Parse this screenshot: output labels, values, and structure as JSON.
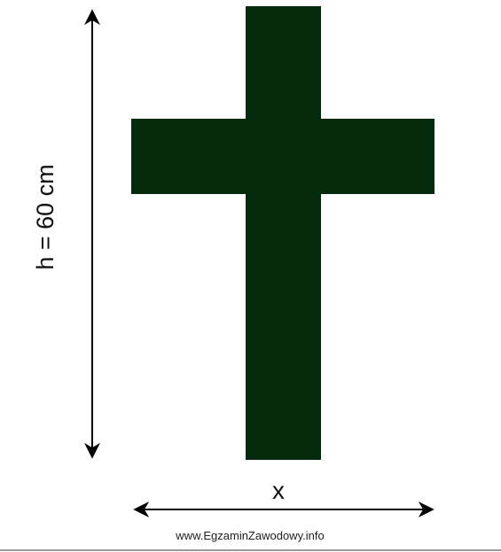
{
  "figure": {
    "shape": "cross",
    "fill_color": "#032a0b",
    "height_label": "h = 60 cm",
    "width_label": "x",
    "watermark": "www.EgzaminZawodowy.info",
    "dimension_arrow_color": "#000000",
    "bottom_rule_color": "#9a9a9a"
  }
}
